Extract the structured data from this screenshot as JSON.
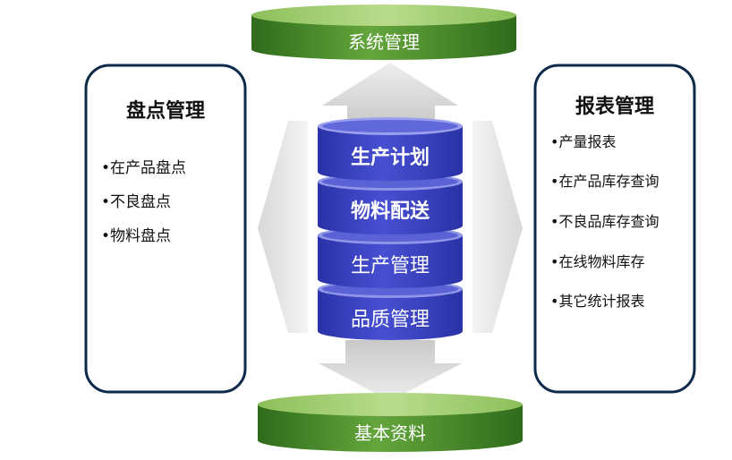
{
  "top_plate": {
    "label": "系统管理"
  },
  "bottom_plate": {
    "label": "基本资料"
  },
  "left_card": {
    "title": "盘点管理",
    "items": [
      "•在产品盘点",
      "•不良盘点",
      "•物料盘点"
    ]
  },
  "right_card": {
    "title": "报表管理",
    "items": [
      "•产量报表",
      "•在产品库存查询",
      "•不良品库存查询",
      "•在线物料库存",
      "•其它统计报表"
    ]
  },
  "center_stack": {
    "disks": [
      "生产计划",
      "物料配送",
      "生产管理",
      "品质管理"
    ]
  },
  "colors": {
    "disk_blue": "#3c44c4",
    "plate_green": "#3f8a25",
    "card_border": "#0e2a4a"
  }
}
